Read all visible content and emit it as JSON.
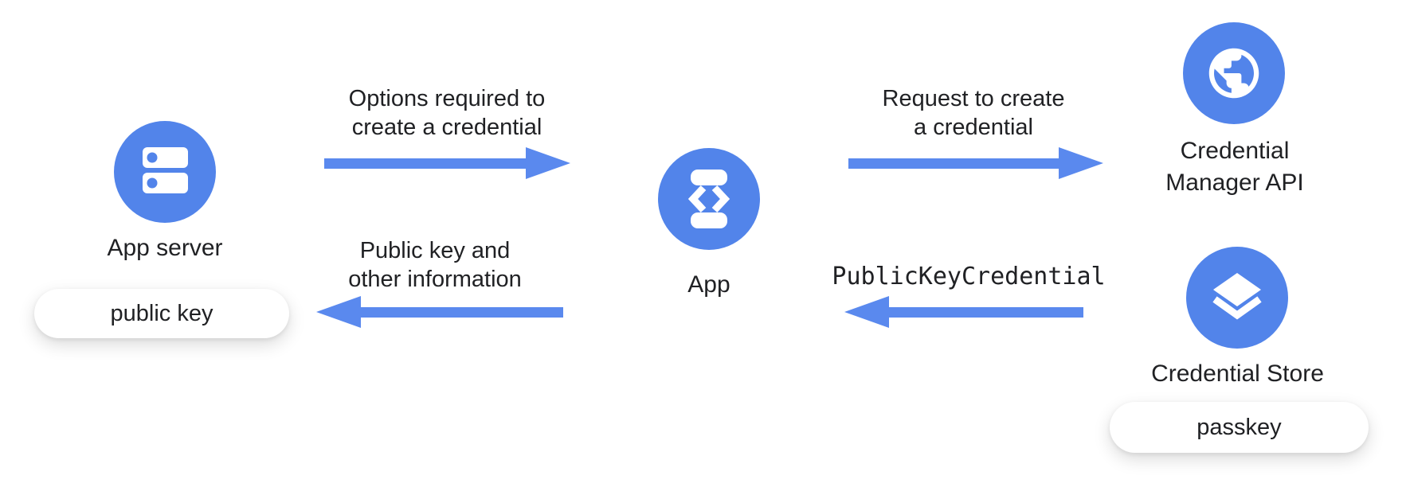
{
  "colors": {
    "node_blue": "#5284EA",
    "arrow_blue": "#5A89EE",
    "text": "#202124",
    "pill_bg": "#ffffff"
  },
  "nodes": {
    "app_server": {
      "label": "App server",
      "icon": "server-icon",
      "badge": "public key"
    },
    "app": {
      "label": "App",
      "icon": "phone-code-icon"
    },
    "credential_manager_api": {
      "label_line1": "Credential",
      "label_line2": "Manager API",
      "icon": "globe-icon"
    },
    "credential_store": {
      "label": "Credential Store",
      "icon": "layers-icon",
      "badge": "passkey"
    }
  },
  "arrows": {
    "options": {
      "line1": "Options required to",
      "line2": "create a credential",
      "direction": "right"
    },
    "request": {
      "line1": "Request to create",
      "line2": "a credential",
      "direction": "right"
    },
    "public_key_info": {
      "line1": "Public key and",
      "line2": "other information",
      "direction": "left"
    },
    "public_key_credential": {
      "label": "PublicKeyCredential",
      "direction": "left"
    }
  }
}
